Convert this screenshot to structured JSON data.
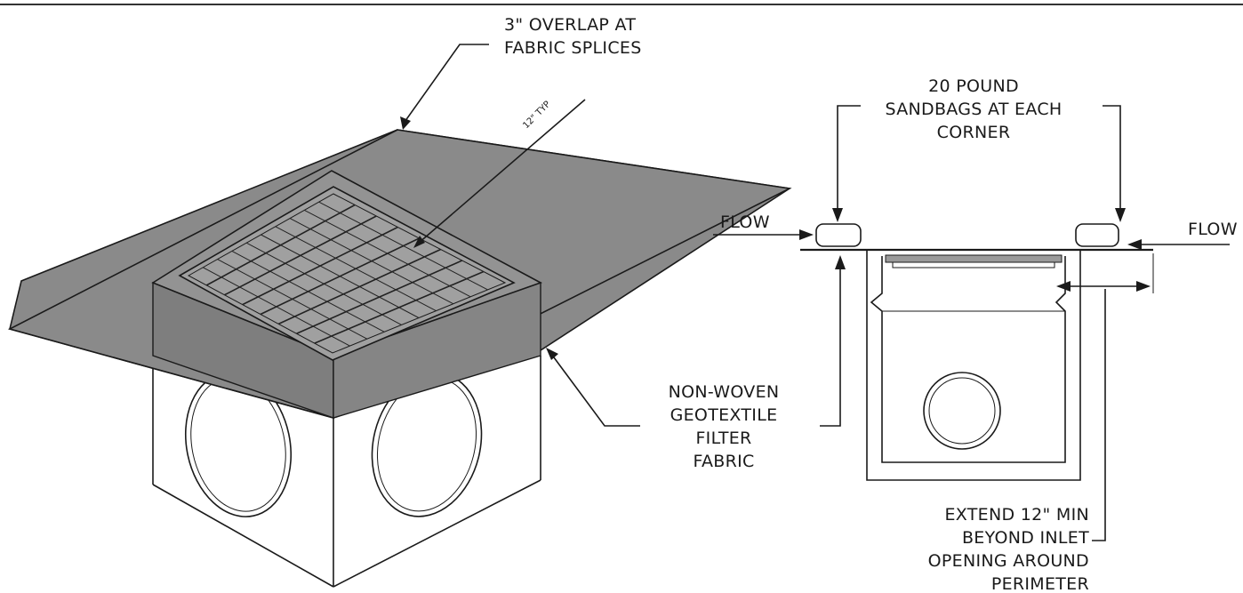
{
  "labels": {
    "overlap_line1": "3\" OVERLAP AT",
    "overlap_line2": "FABRIC SPLICES",
    "typ_dim": "12\" TYP",
    "sandbag_line1": "20 POUND",
    "sandbag_line2": "SANDBAGS AT EACH",
    "sandbag_line3": "CORNER",
    "flow_left": "FLOW",
    "flow_right": "FLOW",
    "fabric_line1": "NON-WOVEN",
    "fabric_line2": "GEOTEXTILE",
    "fabric_line3": "FILTER",
    "fabric_line4": "FABRIC",
    "extend_line1": "EXTEND 12\" MIN",
    "extend_line2": "BEYOND INLET",
    "extend_line3": "OPENING AROUND",
    "extend_line4": "PERIMETER"
  },
  "colors": {
    "fabric": "#8a8a8a",
    "line": "#1a1a1a",
    "grate": "#9a9a9a"
  }
}
